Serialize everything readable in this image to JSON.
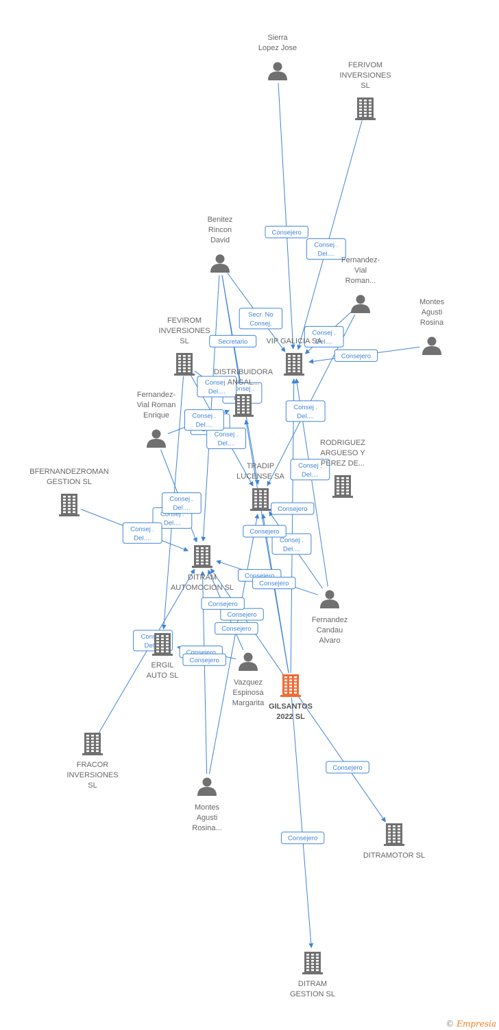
{
  "colors": {
    "edge": "#3f84d8",
    "node": "#707070",
    "center": "#f26b35"
  },
  "nodes": [
    {
      "id": "sierra",
      "type": "person",
      "lines": [
        "Sierra",
        "Lopez Jose"
      ]
    },
    {
      "id": "ferivom",
      "type": "company",
      "lines": [
        "FERIVOM",
        "INVERSIONES",
        "SL"
      ]
    },
    {
      "id": "benitez",
      "type": "person",
      "lines": [
        "Benitez",
        "Rincon",
        "David"
      ]
    },
    {
      "id": "fvroman",
      "type": "person",
      "lines": [
        "Fernandez-",
        "Vial",
        "Roman..."
      ]
    },
    {
      "id": "montes1",
      "type": "person",
      "lines": [
        "Montes",
        "Agusti",
        "Rosina"
      ]
    },
    {
      "id": "fevirom",
      "type": "company",
      "lines": [
        "FEVIROM",
        "INVERSIONES",
        "SL"
      ]
    },
    {
      "id": "vip",
      "type": "company",
      "lines": [
        "VIP GALICIA SA"
      ]
    },
    {
      "id": "dist",
      "type": "company",
      "lines": [
        "DISTRIBUIDORA",
        "ANGAL..."
      ]
    },
    {
      "id": "fvre",
      "type": "person",
      "lines": [
        "Fernandez-",
        "Vial Roman",
        "Enrique"
      ]
    },
    {
      "id": "rodriguez",
      "type": "company",
      "lines": [
        "RODRIGUEZ",
        "ARGUESO Y",
        "PEREZ DE..."
      ]
    },
    {
      "id": "bfern",
      "type": "company",
      "lines": [
        "BFERNANDEZROMAN",
        "GESTION  SL"
      ]
    },
    {
      "id": "tradip",
      "type": "company",
      "lines": [
        "TRADIP",
        "LUCENSE SA"
      ]
    },
    {
      "id": "ditram_auto",
      "type": "company",
      "lines": [
        "DITRAM",
        "AUTOMOCION SL"
      ]
    },
    {
      "id": "fcandau",
      "type": "person",
      "lines": [
        "Fernandez",
        "Candau",
        "Alvaro"
      ]
    },
    {
      "id": "ergil",
      "type": "company",
      "lines": [
        "ERGIL",
        "AUTO SL"
      ]
    },
    {
      "id": "vazquez",
      "type": "person",
      "lines": [
        "Vazquez",
        "Espinosa",
        "Margarita"
      ]
    },
    {
      "id": "gilsantos",
      "type": "center",
      "lines": [
        "GILSANTOS",
        "2022  SL"
      ]
    },
    {
      "id": "fracor",
      "type": "company",
      "lines": [
        "FRACOR",
        "INVERSIONES",
        "SL"
      ]
    },
    {
      "id": "montes2",
      "type": "person",
      "lines": [
        "Montes",
        "Agusti",
        "Rosina..."
      ]
    },
    {
      "id": "ditramotor",
      "type": "company",
      "lines": [
        "DITRAMOTOR SL"
      ]
    },
    {
      "id": "ditram_gestion",
      "type": "company",
      "lines": [
        "DITRAM",
        "GESTION  SL"
      ]
    }
  ],
  "edges": [
    {
      "from": "sierra",
      "to": "vip",
      "label": [
        "Consejero"
      ]
    },
    {
      "from": "ferivom",
      "to": "vip",
      "label": [
        "Consej .",
        "Del...."
      ]
    },
    {
      "from": "benitez",
      "to": "vip",
      "label": [
        "Secr.  No",
        "Consej."
      ]
    },
    {
      "from": "benitez",
      "to": "dist",
      "label": [
        "Secretario"
      ]
    },
    {
      "from": "benitez",
      "to": "tradip",
      "label": [
        "Consej .",
        "Del...."
      ]
    },
    {
      "from": "benitez",
      "to": "ditram_auto",
      "label": [
        "Consej .",
        "Del...."
      ]
    },
    {
      "from": "fvroman",
      "to": "vip",
      "label": [
        "Consej .",
        "Del...."
      ]
    },
    {
      "from": "fvroman",
      "to": "tradip",
      "label": [
        "Consej .",
        "Del...."
      ]
    },
    {
      "from": "montes1",
      "to": "vip",
      "label": [
        "Consejero"
      ]
    },
    {
      "from": "fevirom",
      "to": "dist",
      "label": [
        "Consej .",
        "Del...."
      ]
    },
    {
      "from": "fevirom",
      "to": "tradip",
      "label": [
        "Consej .",
        "Del...."
      ]
    },
    {
      "from": "fevirom",
      "to": "ergil",
      "label": [
        "Consej .",
        "Del...."
      ]
    },
    {
      "from": "fvre",
      "to": "dist",
      "label": [
        "Consej .",
        "Del...."
      ]
    },
    {
      "from": "fvre",
      "to": "ditram_auto",
      "label": [
        "Consej .",
        "Del...."
      ]
    },
    {
      "from": "bfern",
      "to": "ditram_auto",
      "label": [
        "Consej .",
        "Del...."
      ]
    },
    {
      "from": "fcandau",
      "to": "vip",
      "label": [
        "Consej .",
        "Del...."
      ]
    },
    {
      "from": "fcandau",
      "to": "tradip",
      "label": [
        "Consej .",
        "Del...."
      ]
    },
    {
      "from": "fcandau",
      "to": "ditram_auto",
      "label": [
        "Consejero"
      ]
    },
    {
      "from": "gilsantos",
      "to": "vip",
      "label": [
        "Consejero"
      ]
    },
    {
      "from": "gilsantos",
      "to": "tradip",
      "label": [
        "Consejero"
      ]
    },
    {
      "from": "gilsantos",
      "to": "dist",
      "label": [
        "Consejero"
      ]
    },
    {
      "from": "gilsantos",
      "to": "ditram_auto",
      "label": [
        "Consejero"
      ]
    },
    {
      "from": "vazquez",
      "to": "ditram_auto",
      "label": [
        "Consejero"
      ]
    },
    {
      "from": "vazquez",
      "to": "ergil",
      "label": [
        "Consejero"
      ]
    },
    {
      "from": "montes2",
      "to": "ditram_auto",
      "label": [
        "Consejero"
      ]
    },
    {
      "from": "montes2",
      "to": "tradip",
      "label": [
        "Consejero"
      ]
    },
    {
      "from": "fracor",
      "to": "ditram_auto",
      "label": [
        "Consej .",
        "Del...."
      ]
    },
    {
      "from": "gilsantos",
      "to": "ditramotor",
      "label": [
        "Consejero"
      ]
    },
    {
      "from": "gilsantos",
      "to": "ditram_gestion",
      "label": [
        "Consejero"
      ]
    }
  ],
  "footer": {
    "copyright": "©",
    "brand": "Empresia"
  }
}
